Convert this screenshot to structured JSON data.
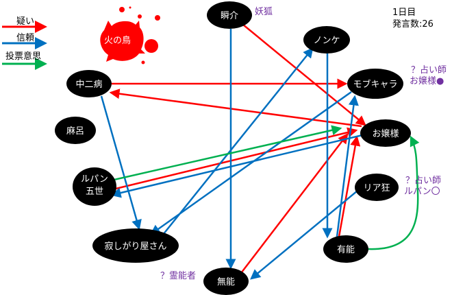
{
  "legend": [
    {
      "label": "疑い",
      "color": "#ff0000"
    },
    {
      "label": "信頼",
      "color": "#0070c0"
    },
    {
      "label": "投票意思",
      "color": "#00b050"
    }
  ],
  "status": {
    "day": "1日目",
    "count": "発言数:26"
  },
  "dead": {
    "label": "火の鳥",
    "color": "#ff0000"
  },
  "nodes": {
    "shunsuke": "瞬介",
    "nonke": "ノンケ",
    "chuni": "中二病",
    "mob": "モブキャラ",
    "maro": "麻呂",
    "ojou": "お嬢様",
    "lupin1": "ルパン",
    "lupin2": "五世",
    "riakyo": "リア狂",
    "sabishi": "寂しがり屋さん",
    "yuno": "有能",
    "muno": "無能"
  },
  "annotations": {
    "yoko": "妖狐",
    "seer1_title": "？占い師",
    "seer1_result": "お嬢様●",
    "seer2_title": "？占い師",
    "seer2_result": "ルパン〇",
    "medium": "？霊能者"
  },
  "edges": [
    {
      "from": "瞬介",
      "to": "お嬢様",
      "type": "疑い"
    },
    {
      "from": "中二病",
      "to": "モブキャラ",
      "type": "疑い"
    },
    {
      "from": "お嬢様",
      "to": "中二病",
      "type": "疑い"
    },
    {
      "from": "ルパン五世",
      "to": "お嬢様",
      "type": "疑い"
    },
    {
      "from": "無能",
      "to": "お嬢様",
      "type": "疑い"
    },
    {
      "from": "有能",
      "to": "お嬢様",
      "type": "疑い"
    },
    {
      "from": "瞬介",
      "to": "無能",
      "type": "信頼"
    },
    {
      "from": "ノンケ",
      "to": "有能",
      "type": "信頼"
    },
    {
      "from": "中二病",
      "to": "寂しがり屋さん",
      "type": "信頼"
    },
    {
      "from": "寂しがり屋さん",
      "to": "ノンケ",
      "type": "信頼"
    },
    {
      "from": "モブキャラ",
      "to": "寂しがり屋さん",
      "type": "信頼"
    },
    {
      "from": "お嬢様",
      "to": "ルパン五世",
      "type": "信頼"
    },
    {
      "from": "有能",
      "to": "モブキャラ",
      "type": "信頼"
    },
    {
      "from": "リア狂",
      "to": "無能",
      "type": "信頼"
    },
    {
      "from": "ルパン五世",
      "to": "お嬢様",
      "type": "投票意思"
    },
    {
      "from": "有能",
      "to": "お嬢様",
      "type": "投票意思"
    }
  ]
}
